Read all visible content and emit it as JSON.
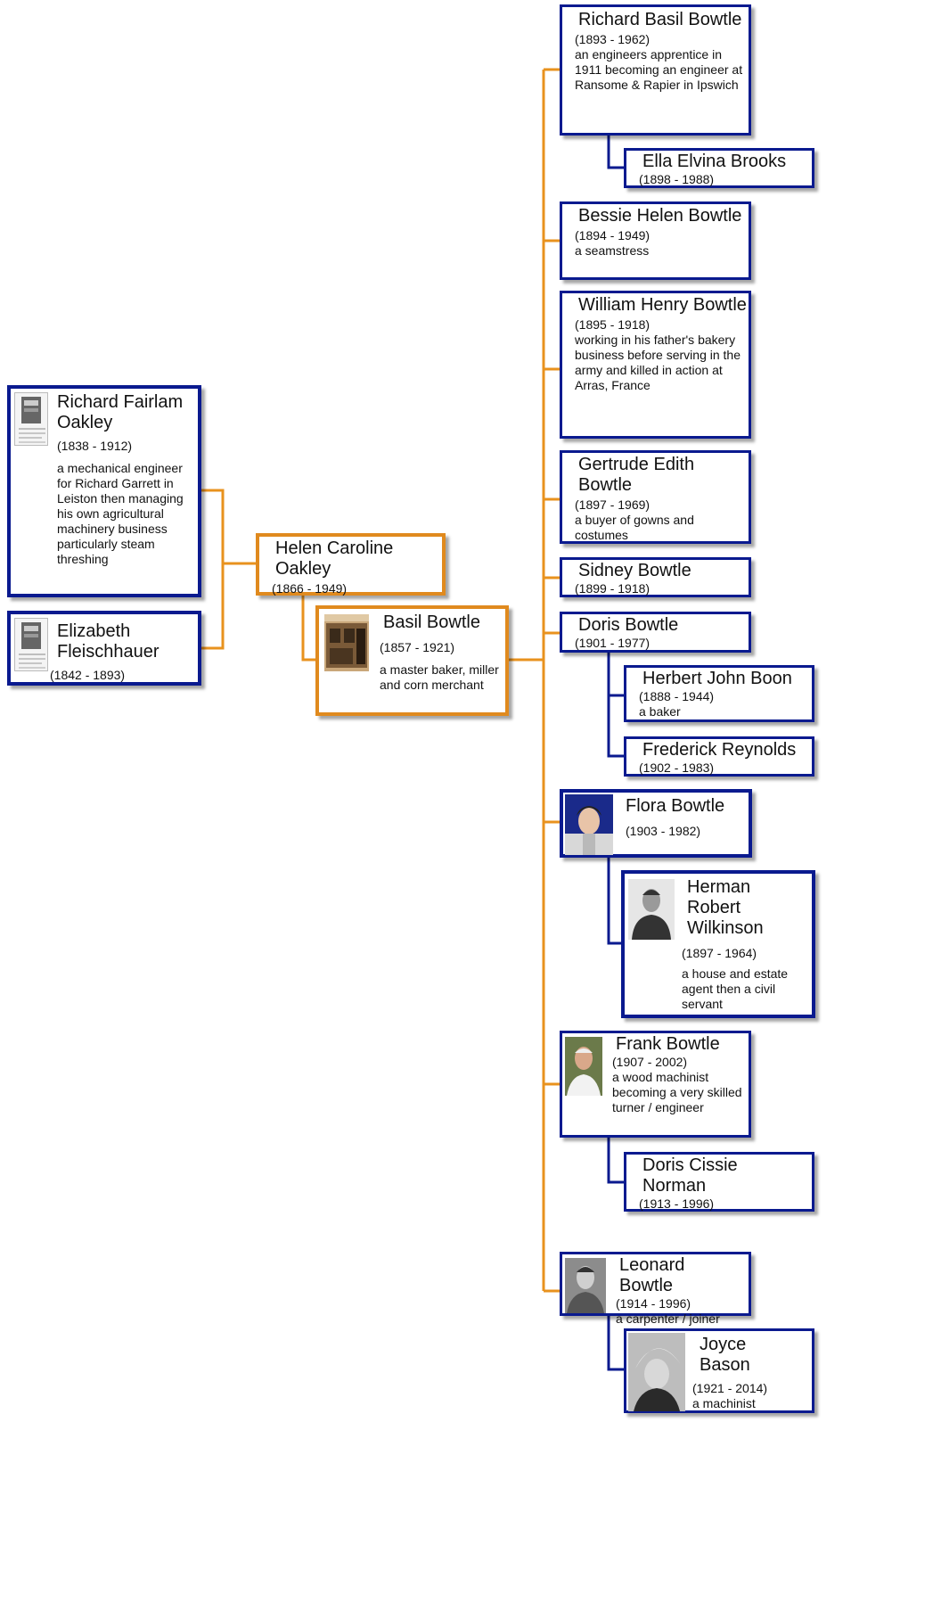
{
  "people": {
    "richard_oakley": {
      "name": "Richard Fairlam Oakley",
      "years": "(1838 - 1912)",
      "desc": "a mechanical engineer for Richard Garrett in Leiston then managing his own agricultural machinery business particularly steam threshing"
    },
    "elizabeth": {
      "name": "Elizabeth Fleischhauer",
      "years": "(1842 - 1893)"
    },
    "helen": {
      "name": "Helen Caroline Oakley",
      "years": "(1866 - 1949)"
    },
    "basil": {
      "name": "Basil Bowtle",
      "years": "(1857 - 1921)",
      "desc": "a master baker, miller and corn merchant"
    },
    "richard_basil": {
      "name": "Richard Basil Bowtle",
      "years": "(1893 - 1962)",
      "desc": "an engineers apprentice in 1911 becoming an engineer at Ransome & Rapier in Ipswich"
    },
    "ella": {
      "name": "Ella Elvina Brooks",
      "years": "(1898 - 1988)"
    },
    "bessie": {
      "name": "Bessie Helen Bowtle",
      "years": "(1894 - 1949)",
      "desc": "a seamstress"
    },
    "william": {
      "name": "William Henry Bowtle",
      "years": "(1895 - 1918)",
      "desc": "working in his father's bakery business before serving in the army and killed in action at Arras, France"
    },
    "gertrude": {
      "name": "Gertrude Edith Bowtle",
      "years": "(1897 - 1969)",
      "desc": "a buyer of gowns and costumes"
    },
    "sidney": {
      "name": "Sidney Bowtle",
      "years": "(1899 - 1918)"
    },
    "doris": {
      "name": "Doris Bowtle",
      "years": "(1901 - 1977)"
    },
    "herbert": {
      "name": "Herbert John Boon",
      "years": "(1888 - 1944)",
      "desc": "a baker"
    },
    "frederick": {
      "name": "Frederick Reynolds",
      "years": "(1902 - 1983)"
    },
    "flora": {
      "name": "Flora Bowtle",
      "years": "(1903 - 1982)"
    },
    "herman": {
      "name": "Herman Robert Wilkinson",
      "years": "(1897 - 1964)",
      "desc": "a house and estate agent then a civil servant"
    },
    "frank": {
      "name": "Frank Bowtle",
      "years": "(1907 - 2002)",
      "desc": "a wood machinist becoming a very skilled turner / engineer"
    },
    "doris_cissie": {
      "name": "Doris Cissie Norman",
      "years": "(1913 - 1996)"
    },
    "leonard": {
      "name": "Leonard Bowtle",
      "years": "(1914 - 1996)",
      "desc": "a carpenter / joiner"
    },
    "joyce": {
      "name": "Joyce Bason",
      "years": "(1921 - 2014)",
      "desc": "a machinist"
    }
  },
  "colors": {
    "blue_border": "#0a1a8f",
    "orange_border": "#e08a1e",
    "orange_line": "#e8921e",
    "blue_line": "#0a1a8f"
  }
}
